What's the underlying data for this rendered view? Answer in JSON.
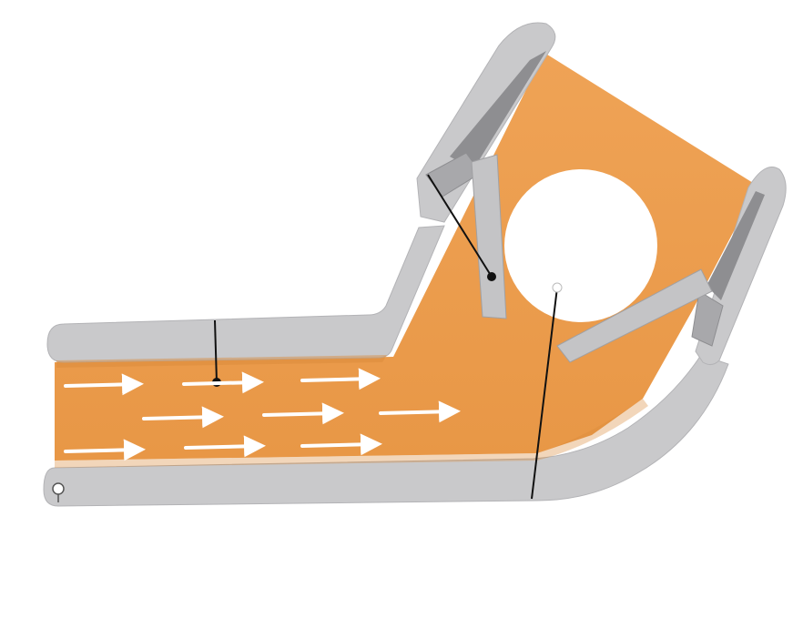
{
  "diagram": {
    "colors": {
      "background": "#ffffff",
      "fluid": "#EFA356",
      "fluid_shade": "#D98A3A",
      "housing": "#C9C9CB",
      "housing_dark": "#8E8E91",
      "housing_edge": "#B3B3B6",
      "ball": "#ffffff",
      "arrow": "#ffffff",
      "leader": "#111111"
    },
    "flow_direction": "right",
    "parts": [
      "straight-inlet-tube",
      "angled-body",
      "check-ball",
      "hinged-flap",
      "lower-seal-flap",
      "pivot-pin"
    ]
  }
}
